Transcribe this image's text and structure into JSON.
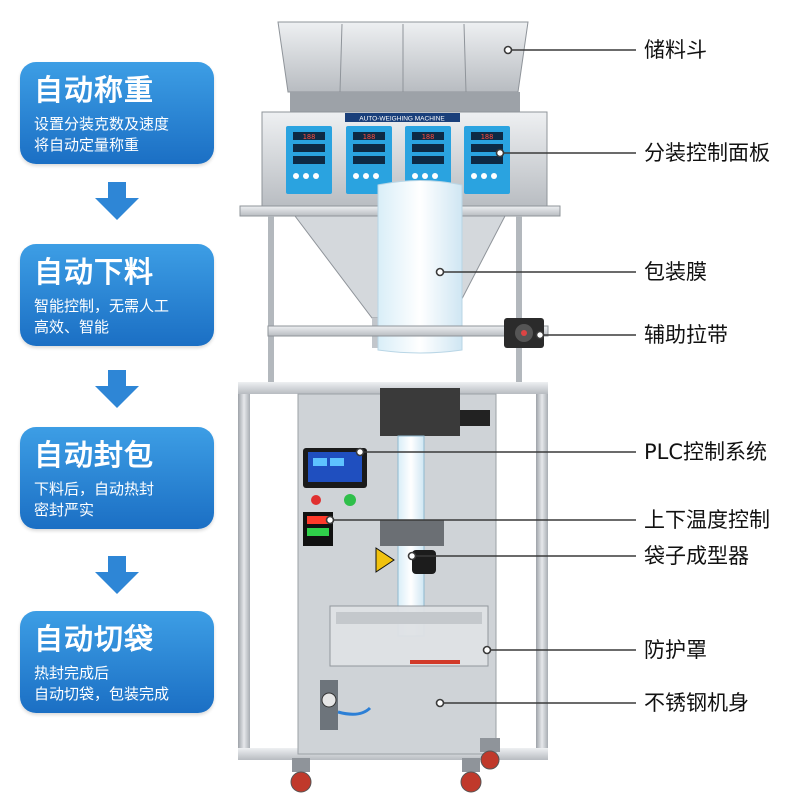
{
  "steps": [
    {
      "title": "自动称重",
      "lines": [
        "设置分装克数及速度",
        "将自动定量称重"
      ]
    },
    {
      "title": "自动下料",
      "lines": [
        "智能控制，无需人工",
        "高效、智能"
      ]
    },
    {
      "title": "自动封包",
      "lines": [
        "下料后，自动热封",
        "密封严实"
      ]
    },
    {
      "title": "自动切袋",
      "lines": [
        "热封完成后",
        "自动切袋，包装完成"
      ]
    }
  ],
  "machine": {
    "nameplate": "AUTO-WEIGHING MACHINE",
    "scale_readout": "188"
  },
  "labels": [
    "储料斗",
    "分装控制面板",
    "包装膜",
    "辅助拉带",
    "PLC控制系统",
    "上下温度控制",
    "袋子成型器",
    "防护罩",
    "不锈钢机身"
  ],
  "colors": {
    "accent": "#1b6fc4",
    "accent_light": "#3d9ee5",
    "panel": "#2aa3e0",
    "steel": "#c9cdd2"
  }
}
